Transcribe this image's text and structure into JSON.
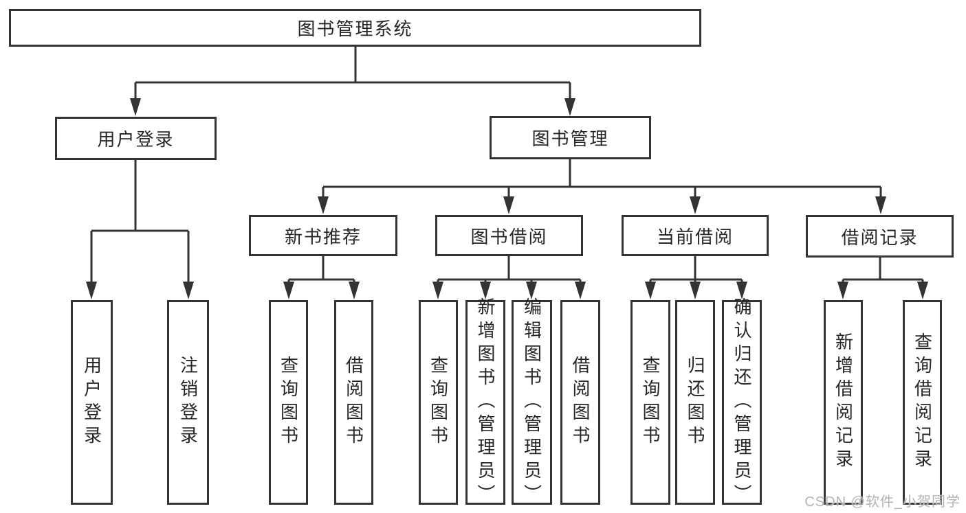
{
  "diagram": {
    "root": "图书管理系统",
    "level2": {
      "user_login": "用户登录",
      "book_management": "图书管理"
    },
    "level3": {
      "new_book_recommend": "新书推荐",
      "book_borrow": "图书借阅",
      "current_borrow": "当前借阅",
      "borrow_record": "借阅记录"
    },
    "leaves": {
      "user_login": [
        "用户登录",
        "注销登录"
      ],
      "new_book_recommend": [
        "查询图书",
        "借阅图书"
      ],
      "book_borrow": [
        "查询图书",
        "新增图书（管理员）",
        "编辑图书（管理员）",
        "借阅图书"
      ],
      "current_borrow": [
        "查询图书",
        "归还图书",
        "确认归还（管理员）"
      ],
      "borrow_record": [
        "新增借阅记录",
        "查询借阅记录"
      ]
    }
  },
  "watermark": "CSDN @软件_小贺同学",
  "colors": {
    "line": "#333333",
    "box_border": "#333333",
    "text": "#262626",
    "watermark": "#b3b3b3",
    "background": "#ffffff"
  }
}
